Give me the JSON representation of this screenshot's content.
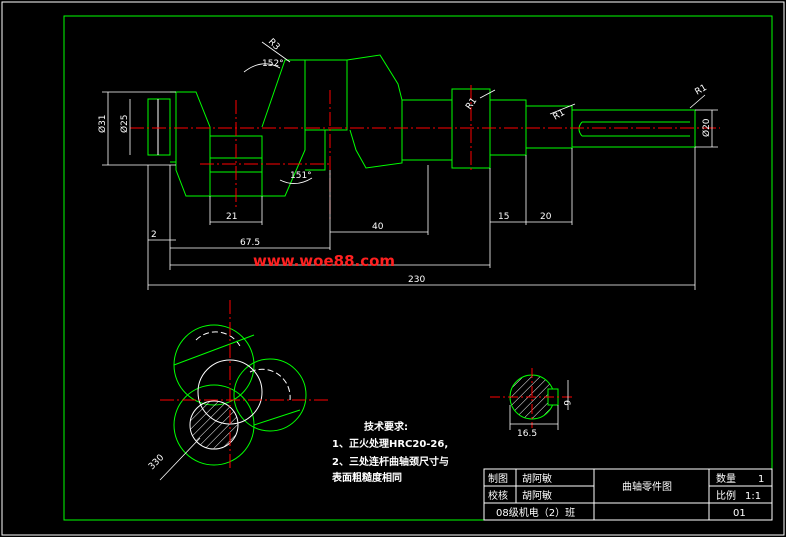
{
  "watermark": "www.woe88.com",
  "dims": {
    "phi31": "Ø31",
    "phi25": "Ø25",
    "phi20": "Ø20",
    "r3_top": "R3",
    "angle_152": "152°",
    "angle_151": "151°",
    "r1_a": "R1",
    "r1_b": "R1",
    "r1_c": "R1",
    "d21": "21",
    "d2": "2",
    "d67_5": "67.5",
    "d40": "40",
    "d15": "15",
    "d20": "20",
    "d230": "230",
    "d16_5": "16.5",
    "d6": "6",
    "d330": "330"
  },
  "notes": {
    "title": "技术要求:",
    "line1": "1、正火处理HRC20-26,",
    "line2": "2、三处连杆曲轴颈尺寸与",
    "line3": "表面粗糙度相同"
  },
  "title_block": {
    "drawn_label": "制图",
    "drawn_name": "胡阿敏",
    "checked_label": "校核",
    "checked_name": "胡阿敏",
    "drawing_name": "曲轴零件图",
    "qty_label": "数量",
    "qty_value": "1",
    "scale_label": "比例",
    "scale_value": "1:1",
    "class": "08级机电（2）班",
    "number": "01"
  },
  "colors": {
    "outline": "#00ff00",
    "dimension": "#ffffff",
    "center": "#ff0000",
    "hatch": "#ffffff",
    "watermark": "#ff2020"
  }
}
